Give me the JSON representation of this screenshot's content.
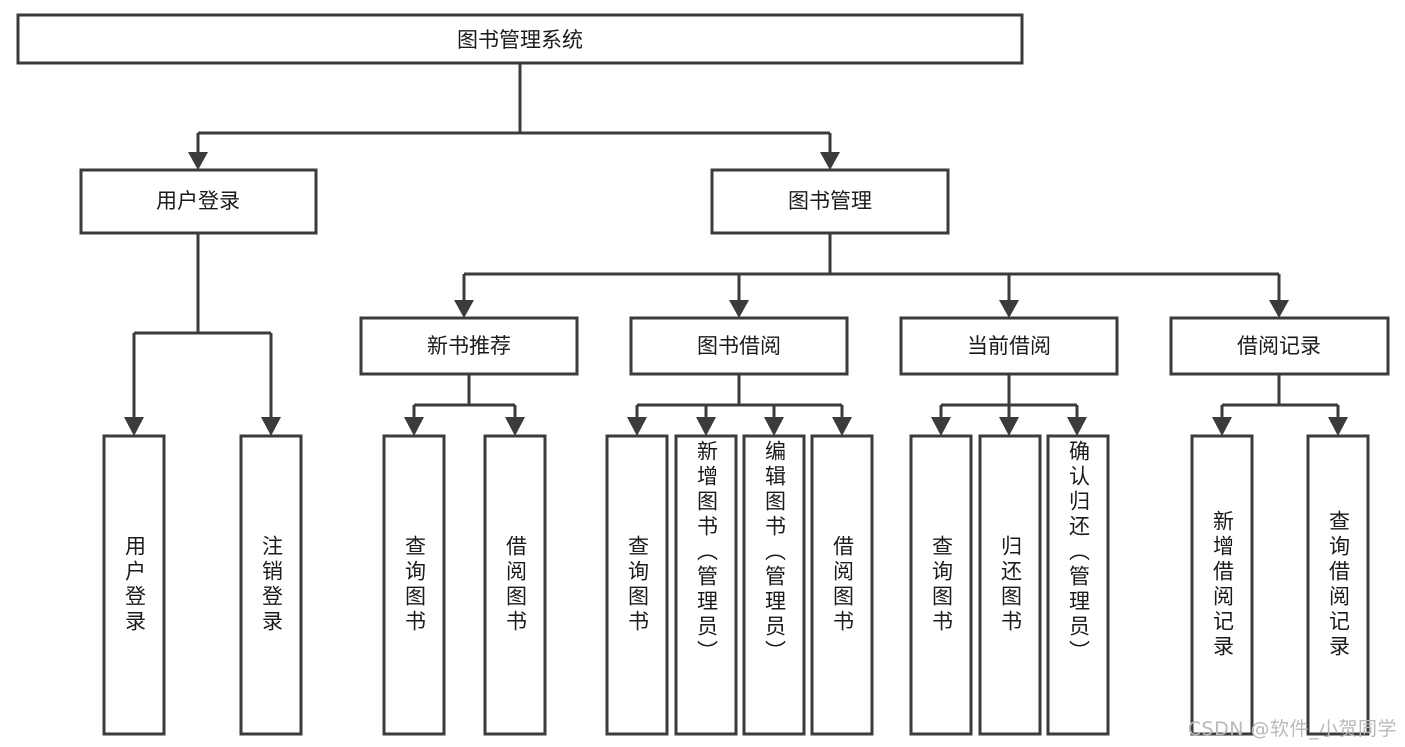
{
  "diagram": {
    "title": "图书管理系统",
    "watermark": "CSDN @软件_小贺同学",
    "colors": {
      "stroke": "#3b3b3b",
      "fill": "#ffffff",
      "text": "#1b1b1b",
      "watermark": "#b9b9b9",
      "background": "#ffffff"
    },
    "nodes": {
      "root": {
        "label": "图书管理系统"
      },
      "level2": [
        {
          "id": "user-login",
          "label": "用户登录"
        },
        {
          "id": "book-manage",
          "label": "图书管理"
        }
      ],
      "level3": [
        {
          "id": "new-book-recommend",
          "label": "新书推荐"
        },
        {
          "id": "book-borrow",
          "label": "图书借阅"
        },
        {
          "id": "current-borrow",
          "label": "当前借阅"
        },
        {
          "id": "borrow-record",
          "label": "借阅记录"
        }
      ],
      "leaves": [
        {
          "id": "leaf-user-login",
          "label": "用户登录",
          "parent": "user-login"
        },
        {
          "id": "leaf-user-logout",
          "label": "注销登录",
          "parent": "user-login"
        },
        {
          "id": "leaf-query-book-1",
          "label": "查询图书",
          "parent": "new-book-recommend"
        },
        {
          "id": "leaf-borrow-book-1",
          "label": "借阅图书",
          "parent": "new-book-recommend"
        },
        {
          "id": "leaf-query-book-2",
          "label": "查询图书",
          "parent": "book-borrow"
        },
        {
          "id": "leaf-add-book",
          "label": "新增图书（管理员）",
          "parent": "book-borrow"
        },
        {
          "id": "leaf-edit-book",
          "label": "编辑图书（管理员）",
          "parent": "book-borrow"
        },
        {
          "id": "leaf-borrow-book-2",
          "label": "借阅图书",
          "parent": "book-borrow"
        },
        {
          "id": "leaf-query-book-3",
          "label": "查询图书",
          "parent": "current-borrow"
        },
        {
          "id": "leaf-return-book",
          "label": "归还图书",
          "parent": "current-borrow"
        },
        {
          "id": "leaf-confirm-return",
          "label": "确认归还（管理员）",
          "parent": "current-borrow"
        },
        {
          "id": "leaf-add-record",
          "label": "新增借阅记录",
          "parent": "borrow-record"
        },
        {
          "id": "leaf-query-record",
          "label": "查询借阅记录",
          "parent": "borrow-record"
        }
      ]
    }
  }
}
